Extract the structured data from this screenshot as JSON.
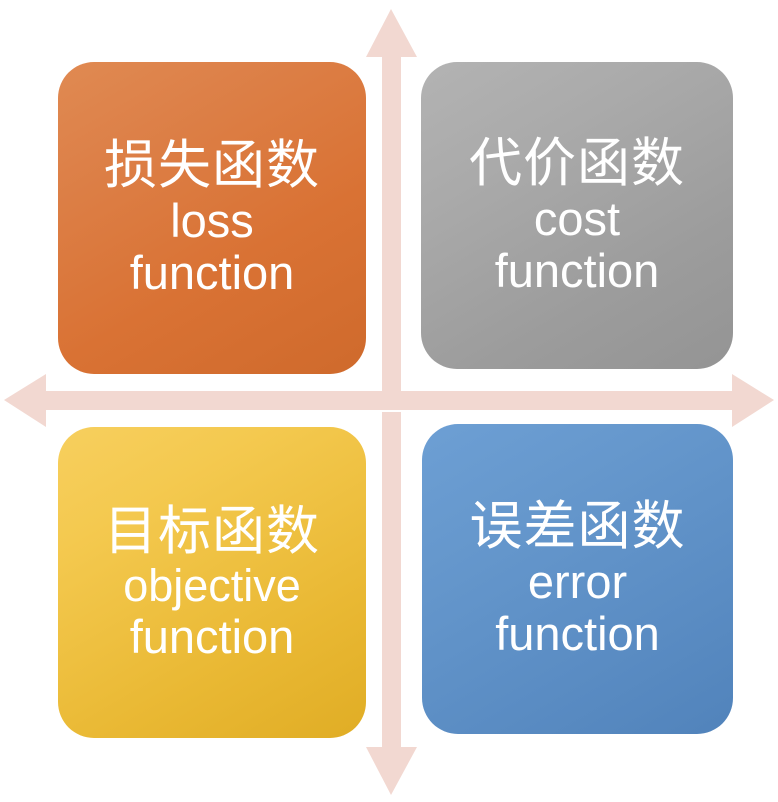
{
  "diagram": {
    "title": "Loss function terminology quadrant",
    "axis_color": "#f2d8d1",
    "axes": {
      "vertical_name": "vertical-double-arrow-axis",
      "horizontal_name": "horizontal-double-arrow-axis",
      "arrow_heads": [
        "up",
        "down",
        "left",
        "right"
      ]
    },
    "quadrants": [
      {
        "id": "loss",
        "position": "top-left",
        "color": "#d97234",
        "chinese": "损失函数",
        "english_line1": "loss",
        "english_line2": "function"
      },
      {
        "id": "cost",
        "position": "top-right",
        "color": "#9c9c9c",
        "chinese": "代价函数",
        "english_line1": "cost",
        "english_line2": "function"
      },
      {
        "id": "objective",
        "position": "bottom-left",
        "color": "#e9b833",
        "chinese": "目标函数",
        "english_line1": "objective",
        "english_line2": "function"
      },
      {
        "id": "error",
        "position": "bottom-right",
        "color": "#5a8cc3",
        "chinese": "误差函数",
        "english_line1": "error",
        "english_line2": "function"
      }
    ]
  }
}
